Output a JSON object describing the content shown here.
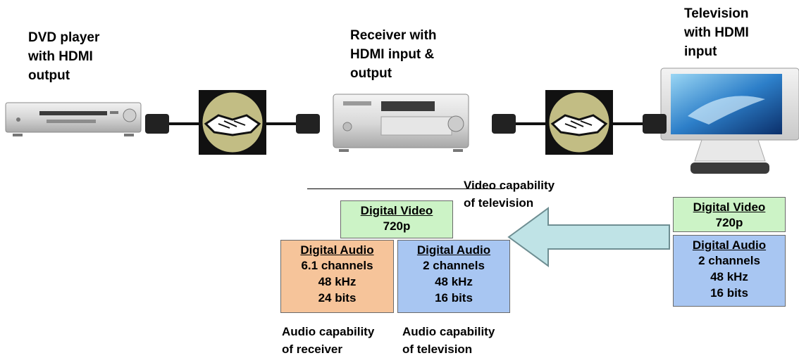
{
  "devices": {
    "dvd": {
      "label": "DVD player\nwith HDMI\noutput"
    },
    "receiver": {
      "label": "Receiver with\nHDMI input &\noutput"
    },
    "television": {
      "label": "Television\nwith HDMI\ninput"
    }
  },
  "captions": {
    "video_tv": "Video capability\nof television",
    "audio_receiver": "Audio capability\nof receiver",
    "audio_tv": "Audio capability\nof television"
  },
  "boxes": {
    "receiver_video": {
      "header": "Digital Video",
      "lines": [
        "720p"
      ]
    },
    "receiver_audio_own": {
      "header": "Digital Audio",
      "lines": [
        "6.1 channels",
        "48 kHz",
        "24 bits"
      ]
    },
    "receiver_audio_tv": {
      "header": "Digital Audio",
      "lines": [
        "2 channels",
        "48 kHz",
        "16 bits"
      ]
    },
    "tv_video": {
      "header": "Digital Video",
      "lines": [
        "720p"
      ]
    },
    "tv_audio": {
      "header": "Digital Audio",
      "lines": [
        "2 channels",
        "48 kHz",
        "16 bits"
      ]
    }
  },
  "icons": [
    "dvd-player-icon",
    "receiver-icon",
    "television-icon",
    "hdmi-handshake-icon"
  ],
  "colors": {
    "video_box": "#ccf3c6",
    "receiver_audio_box": "#f6c49a",
    "tv_audio_box": "#a8c6f2",
    "arrow_fill": "#bfe3e6",
    "handshake_circle": "#c2bd84"
  }
}
